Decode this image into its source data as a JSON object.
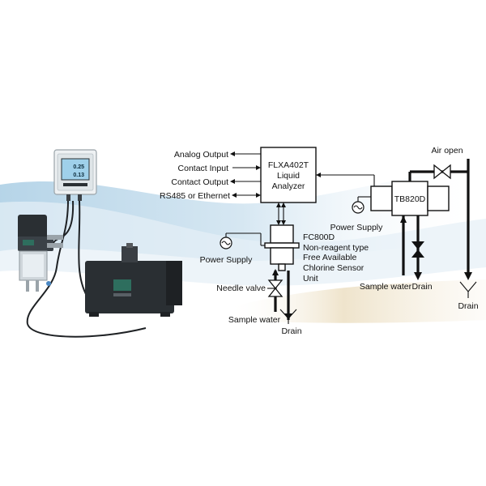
{
  "analyzer": {
    "name_line1": "FLXA402T",
    "name_line2": "Liquid",
    "name_line3": "Analyzer",
    "display_value1": "0.25",
    "display_value2": "0.13"
  },
  "signals": {
    "analog_output": "Analog Output",
    "contact_input": "Contact Input",
    "contact_output": "Contact Output",
    "rs485": "RS485 or Ethernet"
  },
  "sensor": {
    "model": "FC800D",
    "desc_line1": "Non-reagent type",
    "desc_line2": "Free Available",
    "desc_line3": "Chlorine Sensor",
    "desc_line4": "Unit"
  },
  "turbidity": {
    "model": "TB820D"
  },
  "labels": {
    "power_supply_left": "Power Supply",
    "power_supply_right": "Power Supply",
    "needle_valve": "Needle valve",
    "sample_water_left": "Sample water",
    "drain_center": "Drain",
    "air_open": "Air open",
    "sample_water_right": "Sample water",
    "drain_right_inline": "Drain",
    "drain_far_right": "Drain"
  },
  "colors": {
    "wave_blue": "#bcd8ea",
    "wave_light": "#e3eff7",
    "wave_tan": "#e8dcc0",
    "device_dark": "#2a2f33",
    "device_green": "#2e6e5e",
    "screen_blue": "#9fd0ea"
  }
}
